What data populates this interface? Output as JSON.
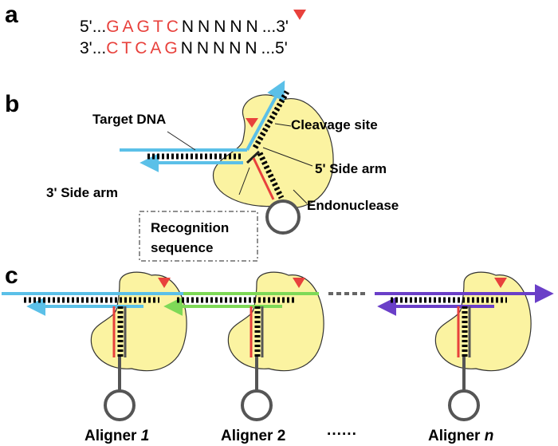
{
  "panels": {
    "a": "a",
    "b": "b",
    "c": "c"
  },
  "sequence": {
    "top_prefix": "5'...",
    "top_site": "GAGTC",
    "top_n": "NNNNN",
    "top_suffix": "...3'",
    "bottom_prefix": "3'...",
    "bottom_site": "CTCAG",
    "bottom_n": "NNNNN",
    "bottom_suffix": "...5'"
  },
  "labels": {
    "target_dna": "Target DNA",
    "cleavage_site": "Cleavage site",
    "side_arm_5": "5' Side arm",
    "side_arm_3": "3' Side arm",
    "endonuclease": "Endonuclease",
    "recognition_line1": "Recognition",
    "recognition_line2": "sequence"
  },
  "aligners": {
    "a1_prefix": "Aligner ",
    "a1_num": "1",
    "a2_prefix": "Aligner ",
    "a2_num": "2",
    "dots": "······",
    "an_prefix": "Aligner ",
    "an_num": "n"
  },
  "colors": {
    "sequence_site": "#e8413c",
    "cleavage_marker": "#e8413c",
    "target_strand": "#5bc0e8",
    "aligner2_strand": "#7ed957",
    "alignern_strand": "#6a3fc8",
    "enzyme_fill": "#fbf3a1",
    "recognition_stem": "#e8413c"
  }
}
